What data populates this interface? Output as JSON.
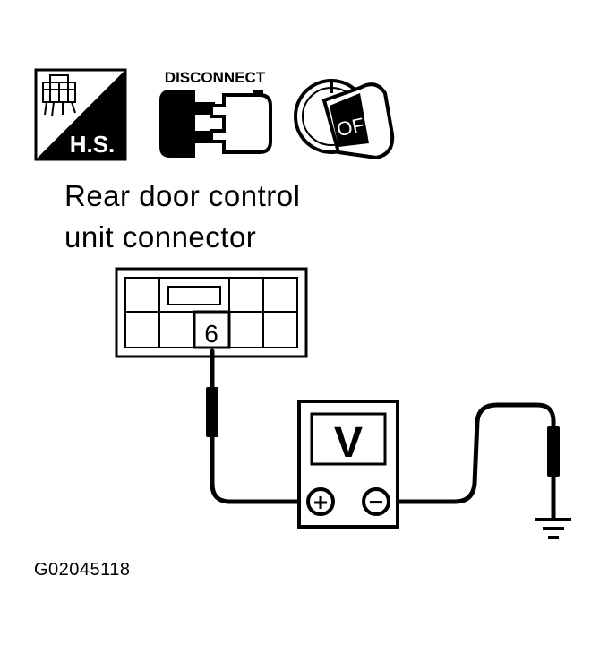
{
  "icons": {
    "hs": {
      "name": "harness-sensor-icon",
      "text": "H.S."
    },
    "disconnect": {
      "name": "disconnect-connector-icon",
      "text": "DISCONNECT"
    },
    "ignition": {
      "name": "ignition-key-off-icon",
      "text": "OFF"
    }
  },
  "label": {
    "line1": "Rear door control",
    "line2": "unit connector"
  },
  "connector": {
    "pin": "6"
  },
  "meter": {
    "symbol": "V",
    "positive": "+",
    "negative": "−"
  },
  "figure_id": "G02045118",
  "colors": {
    "ink": "#000000",
    "paper": "#ffffff"
  }
}
